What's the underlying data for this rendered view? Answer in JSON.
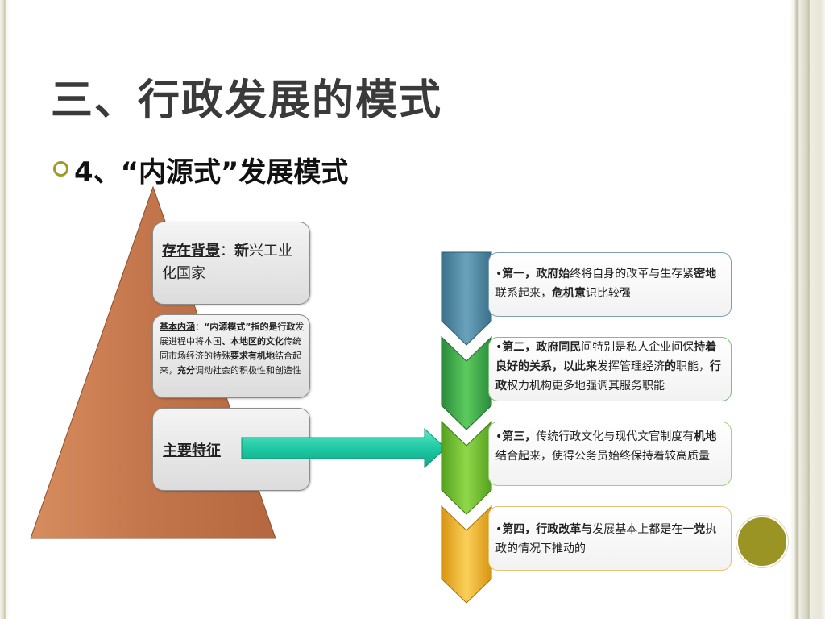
{
  "slide": {
    "title": "三、行政发展的模式",
    "subtitle": "4、“内源式”发展模式"
  },
  "left_boxes": {
    "background": {
      "label": "存在背景",
      "separator": "：",
      "text_bold": "新",
      "text": "兴工业化国家"
    },
    "connotation": {
      "label": "基本内涵",
      "p1": "：",
      "p2": "“内源模式”指的是行",
      "p3": "政",
      "p4": "发展进程中将本国",
      "p5": "、本地区的文化",
      "p6": "传统同市场经济的特殊",
      "p7": "要求有机地",
      "p8": "结合起来，",
      "p9": "充分",
      "p10": "调动社会的积极性和创造性"
    },
    "features": {
      "label": "主要特征"
    }
  },
  "features_list": [
    {
      "bullet": "•",
      "a": "第一，",
      "b": "政府始",
      "c": "终将自身的改革与生存紧",
      "d": "密地",
      "e": "联系起来，",
      "f": "危机意",
      "g": "识比较强"
    },
    {
      "bullet": "•",
      "a": "第二，",
      "b": "政府同民",
      "c": "间特别是私人企业间保",
      "d": "持着良好的关系，以此来",
      "e": "发挥管理经济",
      "f": "的",
      "g": "职能，",
      "h": "行政",
      "i": "权力机构更多地强调其服务职能"
    },
    {
      "bullet": "•",
      "a": "第三，",
      "b": "传统行政文化与现代文官制度有",
      "c": "机地",
      "d": "结合起来，使得公务员始终保持着较高质量"
    },
    {
      "bullet": "•",
      "a": "第四，",
      "b": "行政改革与",
      "c": "发展基本上都是在一",
      "d": "党",
      "e": "执政的情况下推动的"
    }
  ],
  "colors": {
    "triangle": "#c2744a",
    "arrow": "#1ec9a3",
    "chevron1": "#4a86a0",
    "chevron2": "#3aa84a",
    "chevron3": "#6cbf2a",
    "chevron4": "#f0b21c",
    "accent": "#9a9424"
  }
}
